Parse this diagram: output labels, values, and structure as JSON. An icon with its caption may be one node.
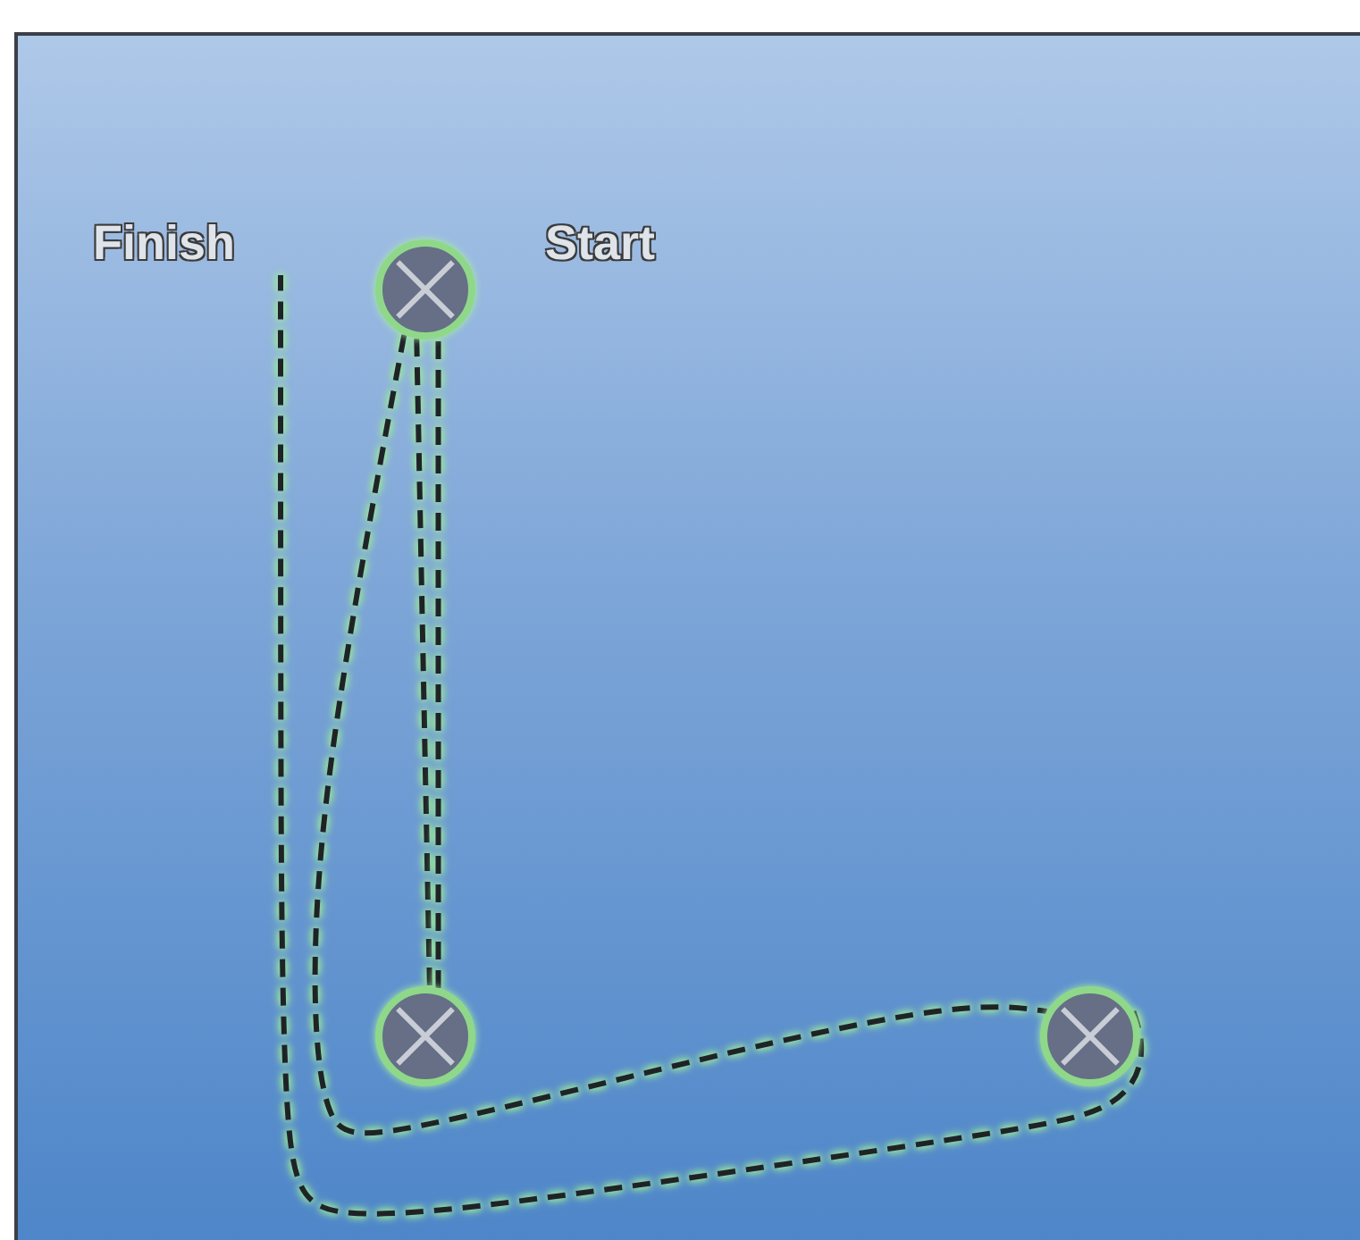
{
  "diagram": {
    "nodes": [
      {
        "text": [
          "Finish"
        ]
      },
      {
        "text": [],
        "shape": "circle",
        "beside": [
          "Start"
        ]
      },
      {
        "text": [],
        "shape": "circle"
      },
      {
        "text": [],
        "shape": "circle"
      }
    ],
    "edges": [
      {
        "from": 1,
        "to": 2,
        "arrow": "none",
        "style": "dashed"
      },
      {
        "from": 2,
        "to": 1,
        "arrow": "none",
        "style": "dashed"
      },
      {
        "from": 1,
        "to": 3,
        "arrow": "none",
        "style": "dashed"
      },
      {
        "from": 3,
        "to": 0,
        "arrow": "none",
        "style": "dashed"
      }
    ]
  }
}
